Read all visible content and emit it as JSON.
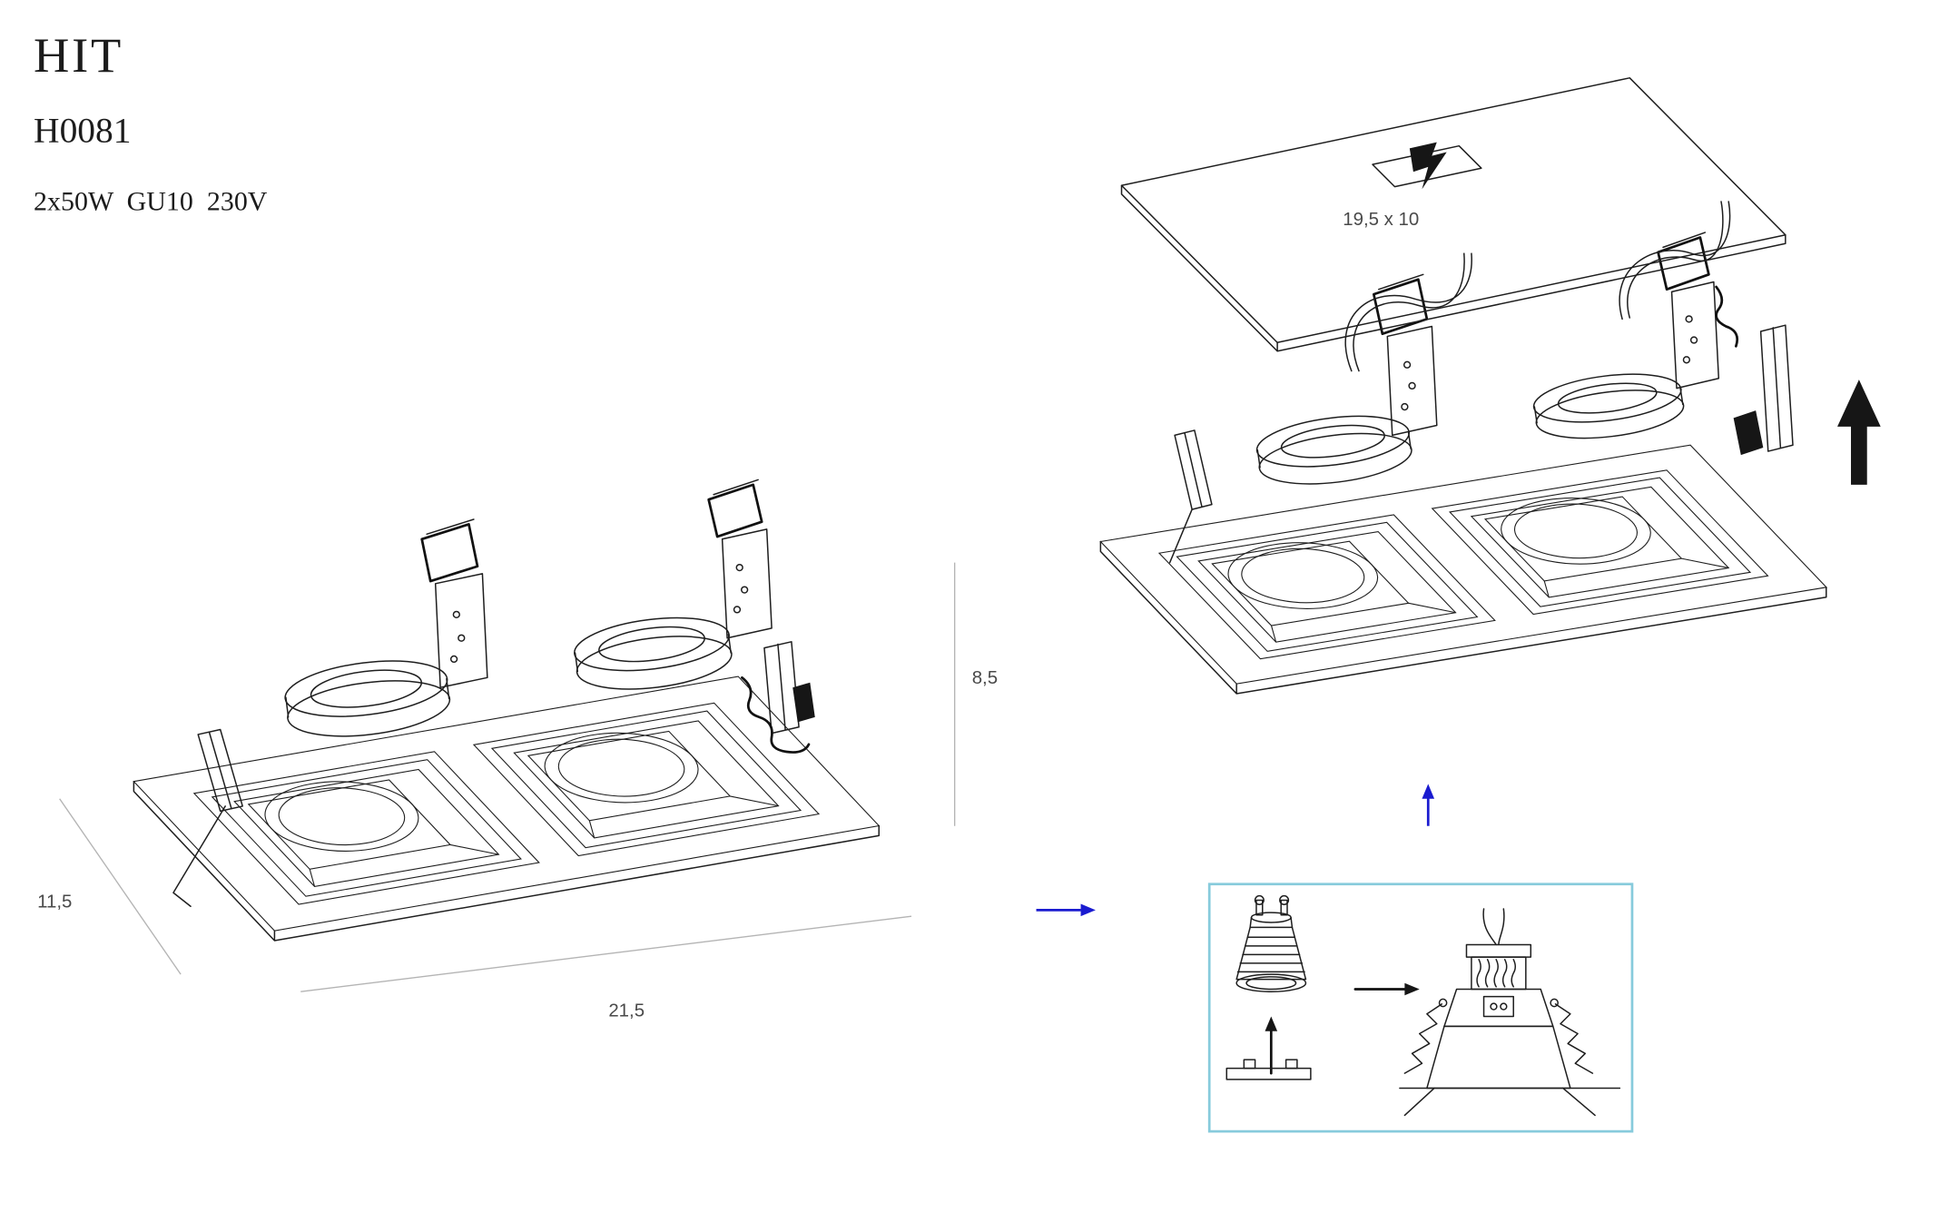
{
  "header": {
    "title": "HIT",
    "model": "H0081",
    "specs": "2x50W  GU10  230V"
  },
  "labels": {
    "cutout": "19,5 x 10",
    "height": "8,5",
    "depth": "11,5",
    "width": "21,5"
  },
  "icons": {
    "lift_arrow": "up-arrow",
    "insert_arrow": "right-arrow",
    "step_arrow": "up-arrow",
    "bulb_arrow": "up-arrow"
  },
  "colors": {
    "model_text": "#3d86c8",
    "arrow_blue": "#1a1bd0",
    "inset_border": "#87cbdc",
    "line": "#1e1e1e",
    "dim_text": "#4a4a4a"
  }
}
